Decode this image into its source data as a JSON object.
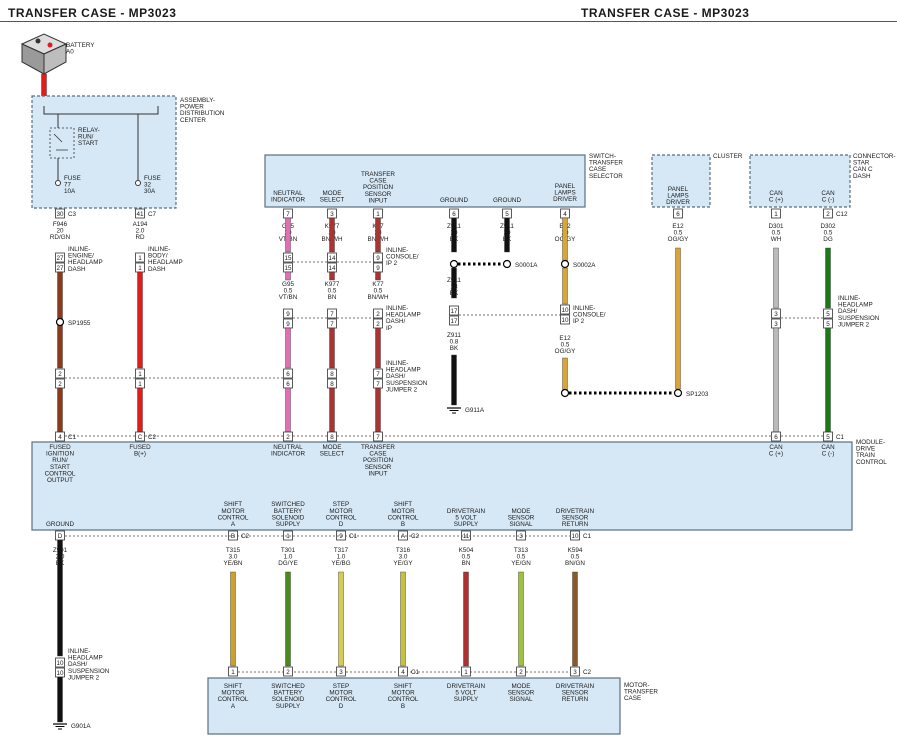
{
  "header": {
    "left_title": "TRANSFER CASE - MP3023",
    "right_title": "TRANSFER CASE - MP3023"
  },
  "colors": {
    "box_fill": "#d6e8f6",
    "box_stroke": "#5a6f80",
    "RD/GN": "#8b3a1a",
    "RD": "#e21b1b",
    "VT/BN": "#e06fb4",
    "BN/WH": "#a33",
    "BK": "#111",
    "OG/GY": "#d9a53a",
    "WH": "#bbb",
    "DG": "#1a7a1a",
    "YE/BN": "#caa02e",
    "DG/YE": "#4a8a1a",
    "YE/BG": "#d6cc55",
    "YE/GY": "#c6c040",
    "BN": "#b03030",
    "YE/GN": "#a0c040",
    "BN/GN": "#8b5a2a"
  },
  "battery": {
    "label": "BATTERY",
    "sub": "A0"
  },
  "apdc": {
    "label": "ASSEMBLY-\nPOWER\nDISTRIBUTION\nCENTER",
    "relay": "RELAY-\nRUN/\nSTART",
    "fuse1": {
      "name": "FUSE",
      "num": "77",
      "amp": "10A"
    },
    "fuse2": {
      "name": "FUSE",
      "num": "32",
      "amp": "30A"
    }
  },
  "switch_box": {
    "label": "SWITCH-\nTRANSFER\nCASE\nSELECTOR"
  },
  "cluster": {
    "label": "CLUSTER"
  },
  "connector_star": {
    "label": "CONNECTOR-\nSTAR\nCAN C\nDASH"
  },
  "module": {
    "label": "MODULE-\nDRIVE\nTRAIN\nCONTROL"
  },
  "motor": {
    "label": "MOTOR-\nTRANSFER\nCASE"
  },
  "splices": {
    "sp1955": "SP1955",
    "s0001a": "S0001A",
    "s0002a": "S0002A",
    "sp1203": "SP1203"
  },
  "grounds": {
    "g911a": "G911A",
    "g901a": "G901A"
  },
  "switch_pins": [
    {
      "label": "NEUTRAL\nINDICATOR",
      "pin": "7"
    },
    {
      "label": "MODE\nSELECT",
      "pin": "3"
    },
    {
      "label": "TRANSFER\nCASE\nPOSITION\nSENSOR\nINPUT",
      "pin": "1"
    },
    {
      "label": "GROUND",
      "pin": "6"
    },
    {
      "label": "GROUND",
      "pin": "5"
    },
    {
      "label": "PANEL\nLAMPS\nDRIVER",
      "pin": "4"
    }
  ],
  "cluster_pin": {
    "label": "PANEL\nLAMPS\nDRIVER",
    "pin": "6"
  },
  "star_pins": [
    {
      "label": "CAN\nC (+)",
      "pin": "1"
    },
    {
      "label": "CAN\nC (-)",
      "pin": "2",
      "conn": "C12"
    }
  ],
  "wires": {
    "f946": "F946\n20\nRD/GN",
    "a194": "A194\n2.0\nRD",
    "g95a": "G95\n20\nVT/BN",
    "k977a": "K977\n20\nBN/WH",
    "k77a": "K77\n20\nBN/WH",
    "g95b": "G95\n0.5\nVT/BN",
    "k977b": "K977\n0.5\nBN",
    "k77b": "K77\n0.5\nBN/WH",
    "z911a": "Z911\n20\nBK",
    "z911b": "Z911\n20\nBK",
    "z911c": "Z911\n18\nBK",
    "z911d": "Z911\n0.8\nBK",
    "e12a": "E12\n20\nOG/GY",
    "e12b": "E12\n0.5\nOG/GY",
    "e12c": "E12\n0.5\nOG/GY",
    "d301": "D301\n0.5\nWH",
    "d302": "D302\n0.5\nDG",
    "z901": "Z901\n2.0\nBK"
  },
  "inlines": {
    "engine": "INLINE-\nENGINE/\nHEADLAMP\nDASH",
    "body": "INLINE-\nBODY/\nHEADLAMP\nDASH",
    "console1": "INLINE-\nCONSOLE/\nIP 2",
    "headlamp_ip": "INLINE-\nHEADLAMP\nDASH/\nIP",
    "console2": "INLINE-\nCONSOLE/\nIP 2",
    "jumper_right": "INLINE-\nHEADLAMP\nDASH/\nSUSPENSION\nJUMPER 2",
    "jumper_mid": "INLINE-\nHEADLAMP\nDASH/\nSUSPENSION\nJUMPER 2",
    "jumper_bottom": "INLINE-\nHEADLAMP\nDASH/\nSUSPENSION\nJUMPER 2"
  },
  "module_top_pins": [
    {
      "label": "FUSED\nIGNITION\nRUN/\nSTART\nCONTROL\nOUTPUT",
      "pin": "4",
      "conn": "C1"
    },
    {
      "label": "FUSED\nB(+)",
      "pin": "C",
      "conn": "C2"
    },
    {
      "label": "NEUTRAL\nINDICATOR",
      "pin": "2"
    },
    {
      "label": "MODE\nSELECT",
      "pin": "8"
    },
    {
      "label": "TRANSFER\nCASE\nPOSITION\nSENSOR\nINPUT",
      "pin": "7"
    },
    {
      "label": "CAN\nC (+)",
      "pin": "6"
    },
    {
      "label": "CAN\nC (-)",
      "pin": "5",
      "conn": "C1"
    }
  ],
  "module_bottom_pins": [
    {
      "label": "GROUND",
      "pin": "D"
    },
    {
      "label": "SHIFT\nMOTOR\nCONTROL\nA",
      "pin": "B",
      "conn": "C2",
      "wire": "T315\n3.0\nYE/BN"
    },
    {
      "label": "SWITCHED\nBATTERY\nSOLENOID\nSUPPLY",
      "pin": "1",
      "wire": "T301\n1.0\nDG/YE"
    },
    {
      "label": "STEP\nMOTOR\nCONTROL\nD",
      "pin": "9",
      "conn": "C1",
      "wire": "T317\n1.0\nYE/BG"
    },
    {
      "label": "SHIFT\nMOTOR\nCONTROL\nB",
      "pin": "A",
      "conn": "C2",
      "wire": "T316\n3.0\nYE/GY"
    },
    {
      "label": "DRIVETRAIN\n5 VOLT\nSUPPLY",
      "pin": "11",
      "wire": "K504\n0.5\nBN"
    },
    {
      "label": "MODE\nSENSOR\nSIGNAL",
      "pin": "3",
      "wire": "T313\n0.5\nYE/GN"
    },
    {
      "label": "DRIVETRAIN\nSENSOR\nRETURN",
      "pin": "10",
      "conn": "C1",
      "wire": "K594\n0.5\nBN/GN"
    }
  ],
  "motor_pins": [
    {
      "label": "SHIFT\nMOTOR\nCONTROL\nA",
      "pin": "1"
    },
    {
      "label": "SWITCHED\nBATTERY\nSOLENOID\nSUPPLY",
      "pin": "2"
    },
    {
      "label": "STEP\nMOTOR\nCONTROL\nD",
      "pin": "3"
    },
    {
      "label": "SHIFT\nMOTOR\nCONTROL\nB",
      "pin": "4",
      "conn": "C1"
    },
    {
      "label": "DRIVETRAIN\n5 VOLT\nSUPPLY",
      "pin": "1"
    },
    {
      "label": "MODE\nSENSOR\nSIGNAL",
      "pin": "2"
    },
    {
      "label": "DRIVETRAIN\nSENSOR\nRETURN",
      "pin": "3",
      "conn": "C2"
    }
  ],
  "connector_codes": {
    "c3": "C3",
    "c7": "C7",
    "c1": "C1",
    "c2": "C2",
    "c12": "C12"
  }
}
